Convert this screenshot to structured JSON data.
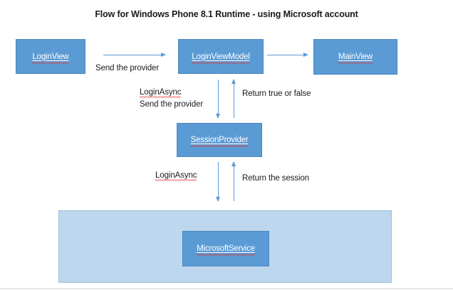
{
  "title": "Flow for Windows Phone 8.1 Runtime - using Microsoft account",
  "nodes": {
    "login_view": "LoginView",
    "login_view_model": "LoginViewModel",
    "main_view": "MainView",
    "session_provider": "SessionProvider",
    "microsoft_service": "MicrosoftService"
  },
  "edge_labels": {
    "send_provider_1": "Send the provider",
    "login_async_1": "LoginAsync",
    "send_provider_2": "Send the provider",
    "return_true_or_false": "Return true or false",
    "login_async_2": "LoginAsync",
    "return_the_session": "Return the session"
  },
  "colors": {
    "node_fill": "#5b9bd5",
    "node_border": "#4a86bd",
    "container_fill": "#bdd7ee",
    "container_border": "#9cbfe0",
    "arrow": "#5b9bd5",
    "text": "#1a1a1a",
    "node_text": "#ffffff",
    "spellcheck_squiggle": "#e03030",
    "background": "#ffffff",
    "bottom_rule": "#d4d4d4"
  }
}
